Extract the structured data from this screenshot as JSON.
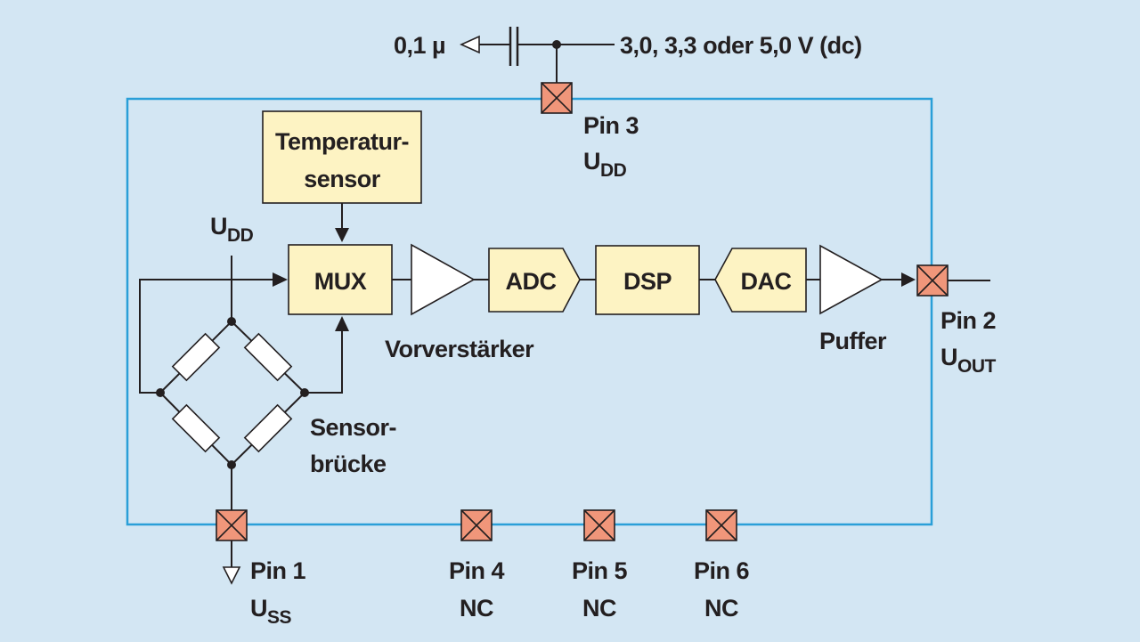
{
  "supply": {
    "cap_value": "0,1 µ",
    "voltage": "3,0, 3,3 oder 5,0 V (dc)"
  },
  "blocks": {
    "temp_sensor_line1": "Temperatur-",
    "temp_sensor_line2": "sensor",
    "mux": "MUX",
    "adc": "ADC",
    "dsp": "DSP",
    "dac": "DAC"
  },
  "labels": {
    "preamp": "Vorverstärker",
    "buffer": "Puffer",
    "bridge_line1": "Sensor-",
    "bridge_line2": "brücke",
    "udd_main": "U",
    "udd_sub": "DD"
  },
  "pins": {
    "pin1": {
      "name": "Pin 1",
      "sig_main": "U",
      "sig_sub": "SS"
    },
    "pin2": {
      "name": "Pin 2",
      "sig_main": "U",
      "sig_sub": "OUT"
    },
    "pin3": {
      "name": "Pin 3",
      "sig_main": "U",
      "sig_sub": "DD"
    },
    "pin4": {
      "name": "Pin 4",
      "sig": "NC"
    },
    "pin5": {
      "name": "Pin 5",
      "sig": "NC"
    },
    "pin6": {
      "name": "Pin 6",
      "sig": "NC"
    }
  },
  "colors": {
    "background": "#d3e6f3",
    "chip_border": "#2a9fd8",
    "block_fill": "#fdf3c3",
    "pin_fill": "#f0967a"
  }
}
